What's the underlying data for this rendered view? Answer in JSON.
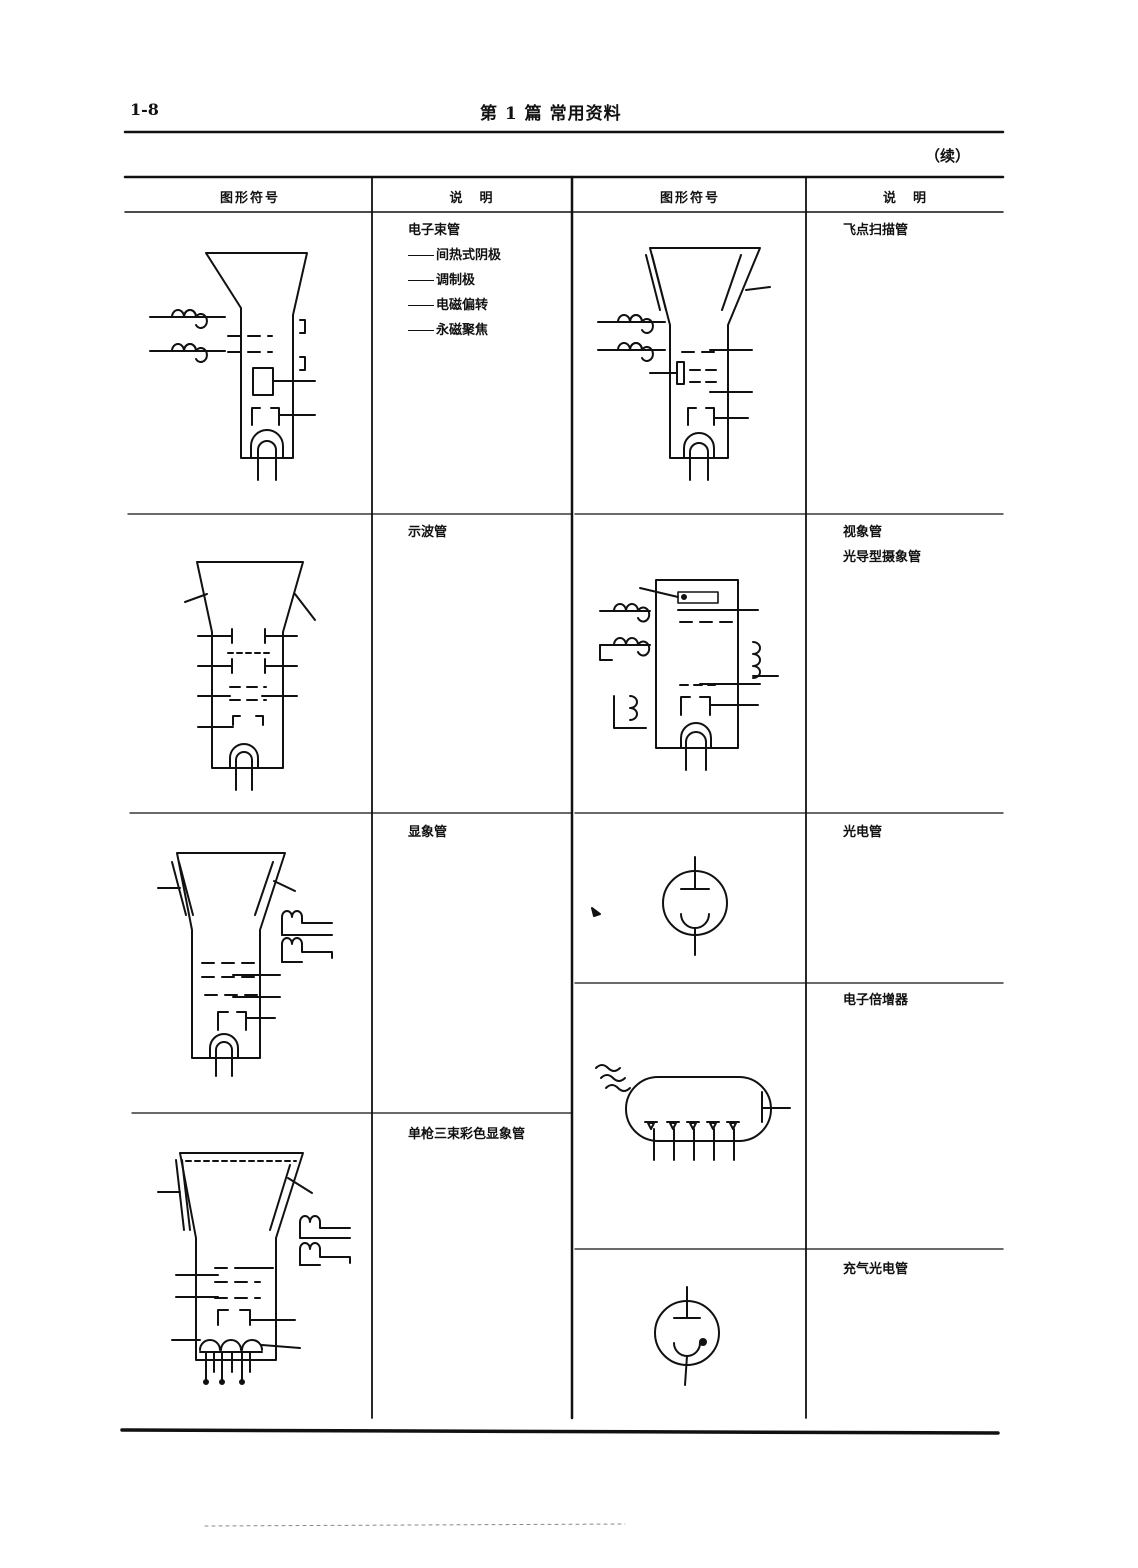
{
  "header": {
    "page_number": "1-8",
    "chapter_title": "第 1 篇   常用资料",
    "continued": "（续）"
  },
  "table": {
    "col_symbol": "图形符号",
    "col_desc": "说　明",
    "left_rows": [
      {
        "title": "电子束管",
        "items": [
          "间热式阴极",
          "调制极",
          "电磁偏转",
          "永磁聚焦"
        ]
      },
      {
        "title": "示波管"
      },
      {
        "title": "显象管"
      },
      {
        "title": "单枪三束彩色显象管"
      }
    ],
    "right_rows": [
      {
        "title": "飞点扫描管"
      },
      {
        "title": "视象管",
        "subtitle": "光导型摄象管"
      },
      {
        "title": "光电管"
      },
      {
        "title": "电子倍增器"
      },
      {
        "title": "充气光电管"
      }
    ]
  }
}
